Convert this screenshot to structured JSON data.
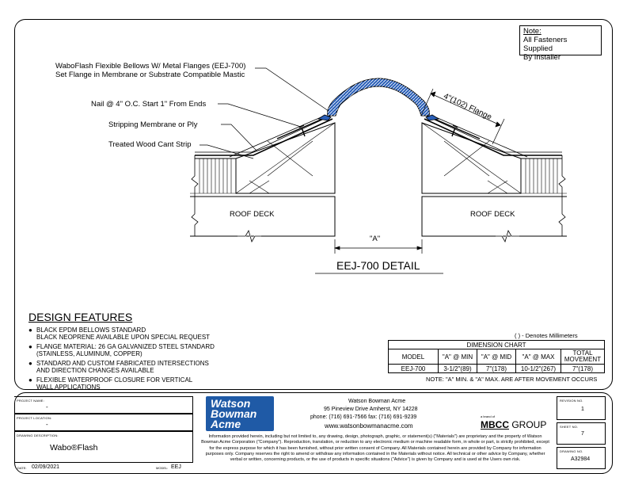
{
  "note": {
    "heading": "Note:",
    "line1": "All Fasteners Supplied",
    "line2": "By Installer"
  },
  "callouts": {
    "bellows_line1": "WaboFlash Flexible Bellows W/ Metal Flanges (EEJ-700)",
    "bellows_line2": "Set Flange in Membrane or Substrate Compatible Mastic",
    "nail": "Nail @ 4\" O.C. Start 1\" From Ends",
    "stripping": "Stripping Membrane or Ply",
    "cant": "Treated Wood Cant Strip",
    "flange": "4\"(102) Flange",
    "roof_deck_left": "ROOF DECK",
    "roof_deck_right": "ROOF DECK",
    "gap": "\"A\""
  },
  "detail_title": "EEJ-700 DETAIL",
  "design_features": {
    "heading": "DESIGN FEATURES",
    "bullet": "●",
    "items": [
      {
        "line1": "BLACK EPDM BELLOWS STANDARD",
        "line2": "BLACK NEOPRENE AVAILABLE UPON SPECIAL REQUEST"
      },
      {
        "line1": "FLANGE MATERIAL: 26 GA GALVANIZED STEEL STANDARD",
        "line2": "(STAINLESS, ALUMINUM, COPPER)"
      },
      {
        "line1": "STANDARD AND CUSTOM FABRICATED INTERSECTIONS",
        "line2": "AND DIRECTION CHANGES AVAILABLE"
      },
      {
        "line1": "FLEXIBLE WATERPROOF CLOSURE FOR VERTICAL",
        "line2": "WALL APPLICATIONS"
      }
    ]
  },
  "mm_note": "( ) - Denotes Millimeters",
  "dimension_chart": {
    "title": "DIMENSION CHART",
    "headers": [
      "MODEL",
      "\"A\" @ MIN",
      "\"A\" @ MID",
      "\"A\" @ MAX",
      "TOTAL",
      "MOVEMENT"
    ],
    "row": [
      "EEJ-700",
      "3-1/2\"(89)",
      "7\"(178)",
      "10-1/2\"(267)",
      "7\"(178)"
    ]
  },
  "chart_note": "NOTE: \"A\" MIN. & \"A\" MAX. ARE AFTER MOVEMENT OCCURS",
  "title_block": {
    "project_name_label": "PROJECT NAME:",
    "project_name": "-",
    "project_location_label": "PROJECT LOCATION:",
    "project_location": "-",
    "drawing_desc_label": "DRAWING DESCRIPTION:",
    "drawing_desc": "Wabo®Flash",
    "date_label": "DATE:",
    "date": "02/09/2021",
    "model_label": "MODEL:",
    "model": "EEJ",
    "logo_line1": "Watson",
    "logo_line2": "Bowman",
    "logo_line3": "Acme",
    "company": "Watson Bowman Acme",
    "address": "95 Pineview Drive Amherst, NY 14228",
    "phone": "phone: (716) 691-7566  fax: (716) 691-9239",
    "web": "www.watsonbowmanacme.com",
    "mbcc_small": "a brand of",
    "mbcc": "MBCC",
    "mbcc_group": "GROUP",
    "disclaimer": "Information provided herein, including but not limited to, any drawing, design, photograph, graphic, or statement(s) (\"Materials\") are proprietary and the property of Watson Bowman Acme Corporation (\"Company\"). Reproduction, translation, or reduction to any electronic medium or machine readable form, in whole or part, is strictly prohibited, except for the express purpose for which it has been furnished, without prior written consent of Company. All Materials contained herein are provided by Company for information purposes only. Company reserves the right to amend or withdraw any information contained in the Materials without notice. All technical or other advice by Company, whether verbal or written, concerning products, or the use of products in specific situations (\"Advice\") is given by Company and is used at the Users own risk.",
    "revision_label": "REVISION NO.",
    "revision": "1",
    "sheet_label": "SHEET NO.",
    "sheet": "7",
    "drawing_label": "DRAWING NO.",
    "drawing_no": "A32984"
  }
}
